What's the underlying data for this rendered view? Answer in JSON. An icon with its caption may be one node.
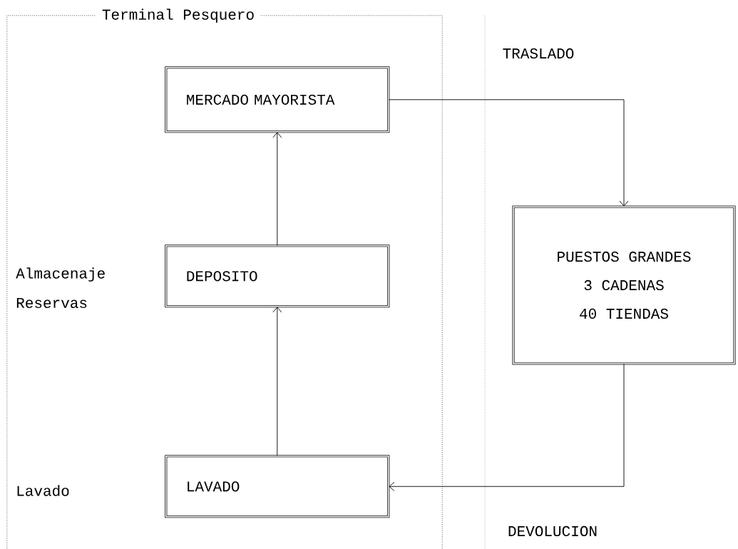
{
  "diagram": {
    "nodes": [
      {
        "text": [
          "Terminal Pesquero"
        ]
      },
      {
        "text": [
          "MERCADO MAYORISTA"
        ],
        "in": 0
      },
      {
        "text": [
          "DEPOSITO"
        ],
        "in": 0
      },
      {
        "text": [
          "LAVADO"
        ],
        "in": 0
      },
      {
        "text": [
          "PUESTOS GRANDES",
          "3 CADENAS",
          "40 TIENDAS"
        ]
      }
    ],
    "edges": [
      {
        "from": 3,
        "to": 2,
        "arrow": "to"
      },
      {
        "from": 2,
        "to": 1,
        "arrow": "to"
      },
      {
        "from": 1,
        "to": 4,
        "arrow": "to",
        "label": "TRASLADO"
      },
      {
        "from": 4,
        "to": 3,
        "arrow": "to",
        "label": "DEVOLUCION"
      }
    ],
    "labels": [
      "Almacenaje",
      "Reservas",
      "Lavado"
    ]
  }
}
